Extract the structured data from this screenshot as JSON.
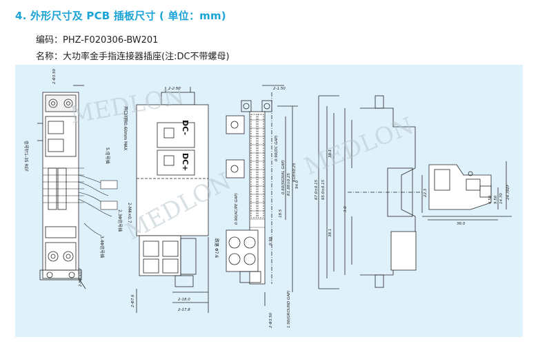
{
  "section": {
    "heading": "4. 外形尺寸及 PCB 插板尺寸 ( 单位：mm)"
  },
  "meta": {
    "code_line": "编码：PHZ-F020306-BW201",
    "name_line": "名称：大功率金手指连接器插座(注:DC不带螺母)"
  },
  "colors": {
    "heading": "#1aa3d6",
    "panel_bg": "#dff1fb"
  },
  "drawing": {
    "watermark": "MEDLON",
    "pole_labels": [
      "DC-",
      "DC+"
    ],
    "dims": {
      "view1": [
        "2-Φ3.50",
        "2-M4×0.7"
      ],
      "view2": [
        "2-2.50",
        "2-18.0",
        "2-17.8",
        "2-Φ7.6"
      ],
      "view3": [
        "2-1.50",
        "2-Φ3.50",
        "94.0",
        "0.90(DC GAP)",
        "0.60(SIGNAL GAP)",
        "0.90(AC/PE GAP)",
        "0.90",
        "R1.88±0.25",
        "R18±0.25",
        "18.5"
      ],
      "view4": [
        "38.1",
        "38.1",
        "3.0",
        "65.0±0.15",
        "67.0±0.15",
        "1.90(GROUND GAP)"
      ],
      "view5": [
        "24.7REF",
        "22.3",
        "14.70",
        "9.50",
        "4.50",
        "36.0"
      ]
    },
    "notes_cn": [
      "信号针1-35 REF",
      "5.信号插",
      "3.4Φ信号插",
      "2.3Φ信号插",
      "开口间隙0.60mm MAX",
      "跌落 Φ7.6",
      "2-M4×0.7"
    ]
  }
}
